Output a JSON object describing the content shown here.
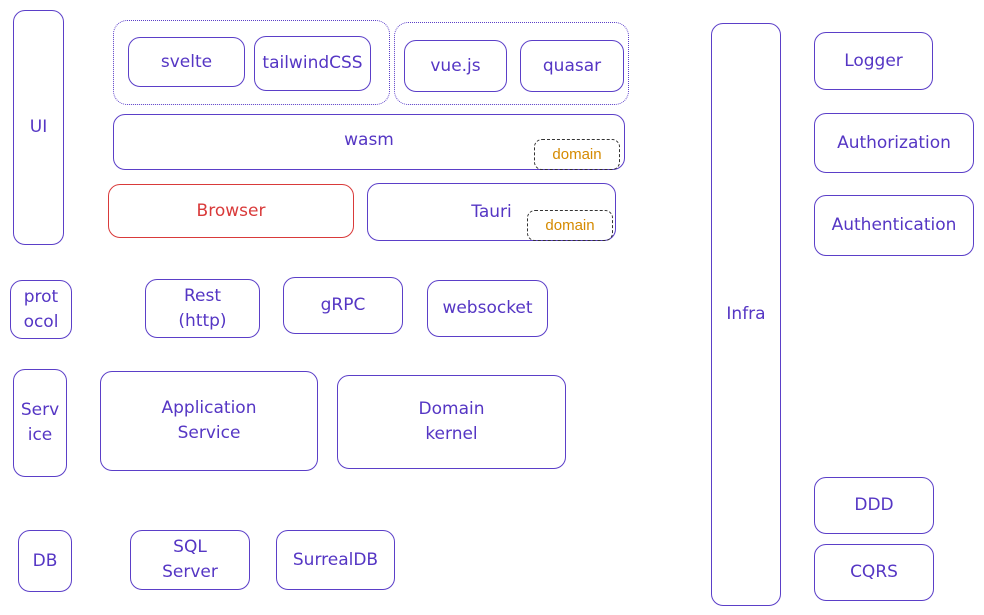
{
  "layers": {
    "ui": "UI",
    "protocol": "prot\nocol",
    "service": "Serv\nice",
    "db": "DB",
    "infra": "Infra"
  },
  "ui": {
    "svelte": "svelte",
    "tailwind": "tailwindCSS",
    "vue": "vue.js",
    "quasar": "quasar",
    "wasm": "wasm",
    "wasm_tag": "domain",
    "browser": "Browser",
    "tauri": "Tauri",
    "tauri_tag": "domain"
  },
  "protocol": {
    "rest": "Rest\n(http)",
    "grpc": "gRPC",
    "websocket": "websocket"
  },
  "service": {
    "application": "Application\nService",
    "domain": "Domain\nkernel"
  },
  "db": {
    "sql": "SQL\nServer",
    "surreal": "SurrealDB"
  },
  "infra": {
    "logger": "Logger",
    "authorization": "Authorization",
    "authentication": "Authentication",
    "ddd": "DDD",
    "cqrs": "CQRS"
  },
  "colors": {
    "stroke": "#5b3fc8",
    "text": "#5536c4",
    "highlight": "#d93a3a",
    "tag_text": "#d58a00",
    "tag_border": "#333333"
  }
}
